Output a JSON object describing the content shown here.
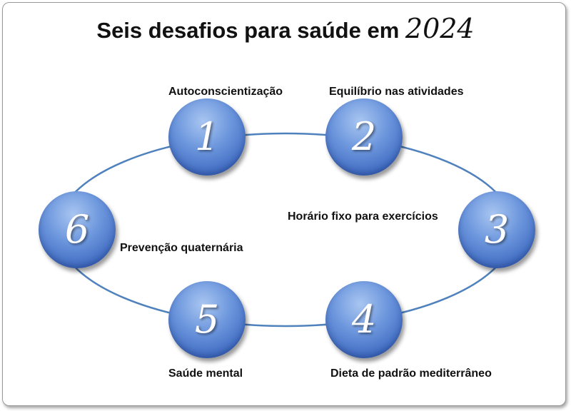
{
  "title": {
    "text": "Seis desafios para saúde em",
    "year": "2024"
  },
  "colors": {
    "node_fill": "#4a76cc",
    "ring_stroke": "#4f81bd"
  },
  "nodes": [
    {
      "number": "1",
      "label": "Autoconscientização"
    },
    {
      "number": "2",
      "label": "Equilíbrio nas atividades"
    },
    {
      "number": "3",
      "label": "Horário fixo para exercícios"
    },
    {
      "number": "4",
      "label": "Dieta de padrão mediterrâneo"
    },
    {
      "number": "5",
      "label": "Saúde mental"
    },
    {
      "number": "6",
      "label": "Prevenção quaternária"
    }
  ]
}
